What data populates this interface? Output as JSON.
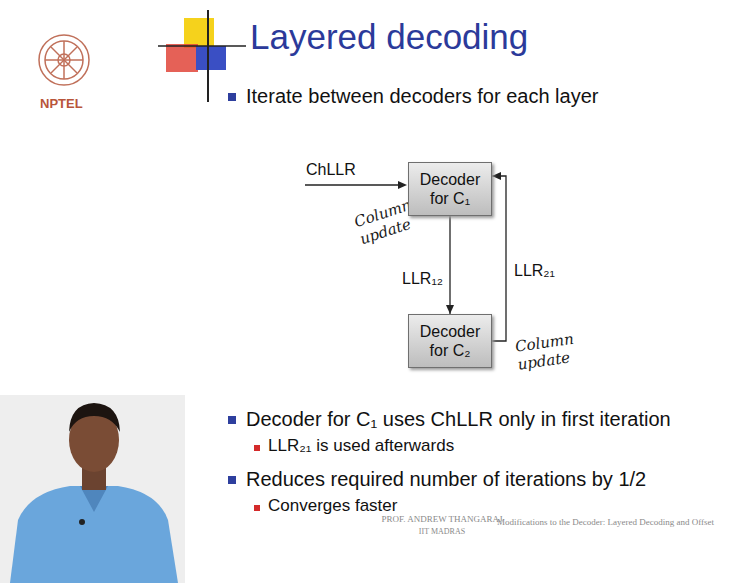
{
  "diagram": {
    "title": "Layered decoding",
    "nodes": [
      {
        "text": [
          "Decoder for C₁"
        ]
      },
      {
        "text": [
          "Decoder for C₂"
        ]
      }
    ],
    "edges": [
      {
        "from": 0,
        "to": 1,
        "label": "LLR₁₂",
        "arrow": "to"
      },
      {
        "from": 1,
        "to": 0,
        "label": "LLR₂₁",
        "arrow": "to"
      }
    ],
    "labels": [
      "NPTEL",
      "Iterate between decoders for each layer",
      "ChLLR",
      "Column update",
      "Column update",
      "Decoder for C₁ uses ChLLR only in first iteration",
      "LLR₂₁ is used afterwards",
      "Reduces required number of iterations by 1/2",
      "Converges faster",
      "PROF. ANDREW THANGARAJ",
      "IIT MADRAS",
      "Modifications to the Decoder: Layered Decoding and Offset"
    ]
  }
}
